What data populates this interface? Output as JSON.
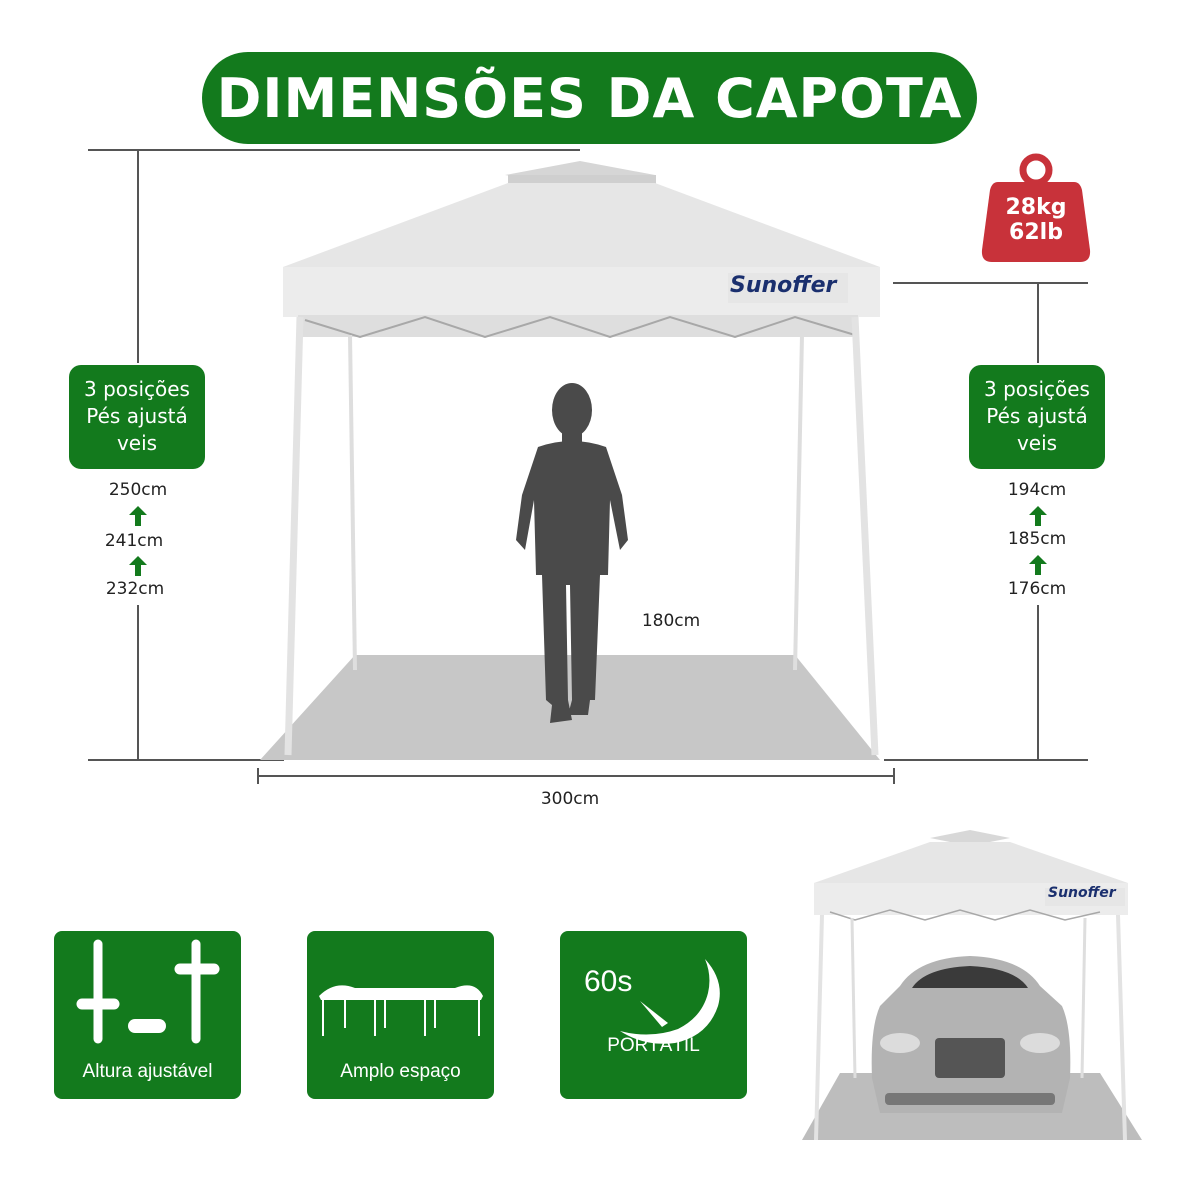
{
  "title": "DIMENSÕES DA CAPOTA",
  "brand": "Sunoffer",
  "weight": {
    "kg": "28kg",
    "lb": "62lb"
  },
  "left_panel": {
    "label_lines": [
      "3 posições",
      "Pés ajustá",
      "veis"
    ],
    "heights": [
      "250cm",
      "241cm",
      "232cm"
    ]
  },
  "right_panel": {
    "label_lines": [
      "3 posições",
      "Pés ajustá",
      "veis"
    ],
    "heights": [
      "194cm",
      "185cm",
      "176cm"
    ]
  },
  "person_height": "180cm",
  "width": "300cm",
  "features": [
    {
      "label": "Altura ajustável",
      "icon": "adjustable-legs-icon"
    },
    {
      "label": "Amplo espaço",
      "icon": "wide-canopy-icon"
    },
    {
      "label": "PORTÁTIL",
      "icon": "timer-icon",
      "timer_text": "60s"
    }
  ],
  "colors": {
    "green": "#137a1d",
    "weight_red": "#c8323a",
    "canopy": "#e4e4e4"
  }
}
